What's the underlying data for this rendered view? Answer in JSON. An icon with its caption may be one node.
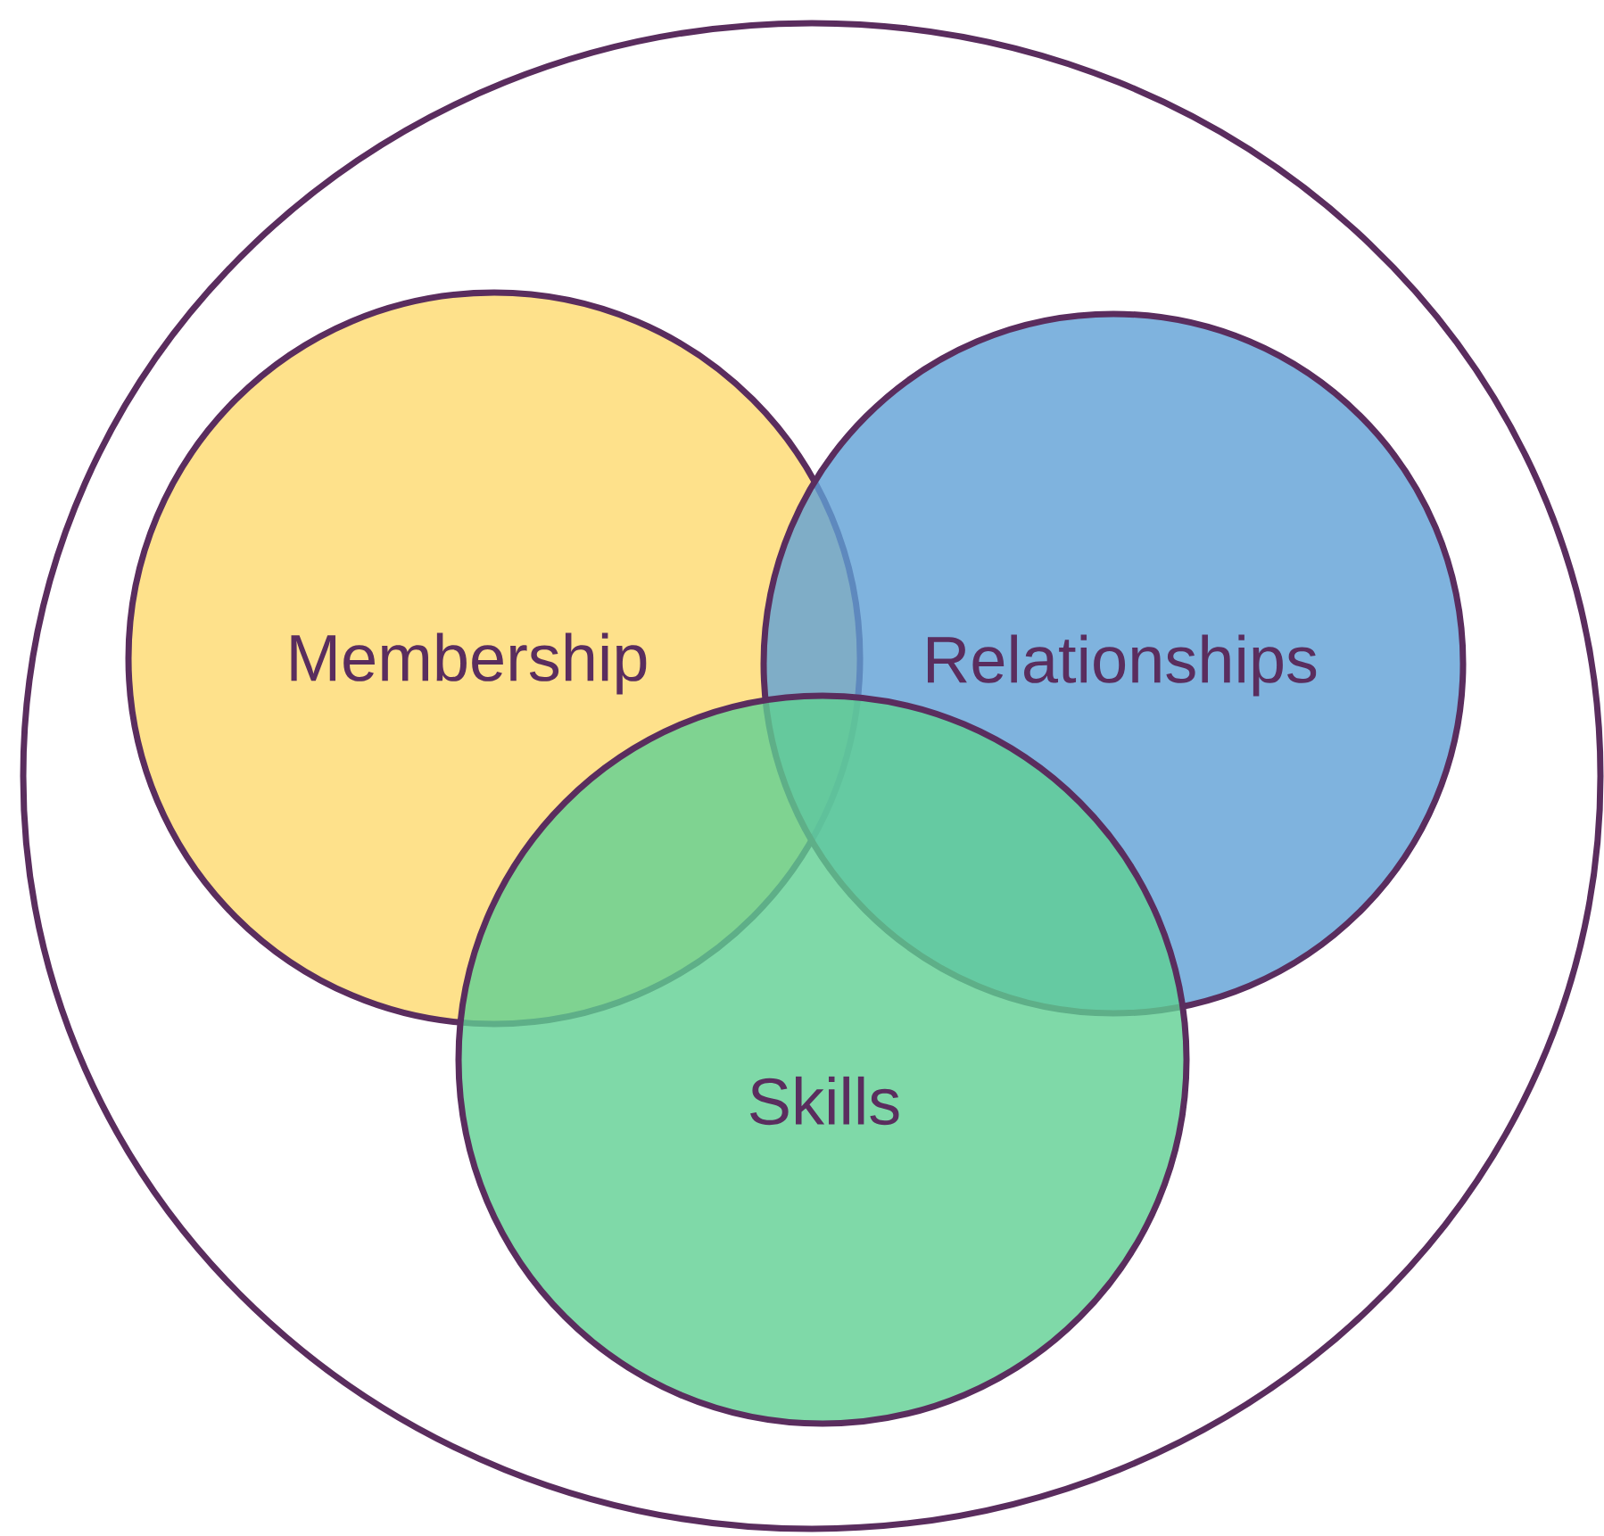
{
  "diagram": {
    "nodes": [
      {
        "text": [],
        "shape": "circle"
      },
      {
        "text": [
          "Membership"
        ],
        "in": 0
      },
      {
        "text": [
          "Relationships"
        ],
        "in": 0
      },
      {
        "text": [
          "Skills"
        ],
        "in": 0
      }
    ]
  }
}
